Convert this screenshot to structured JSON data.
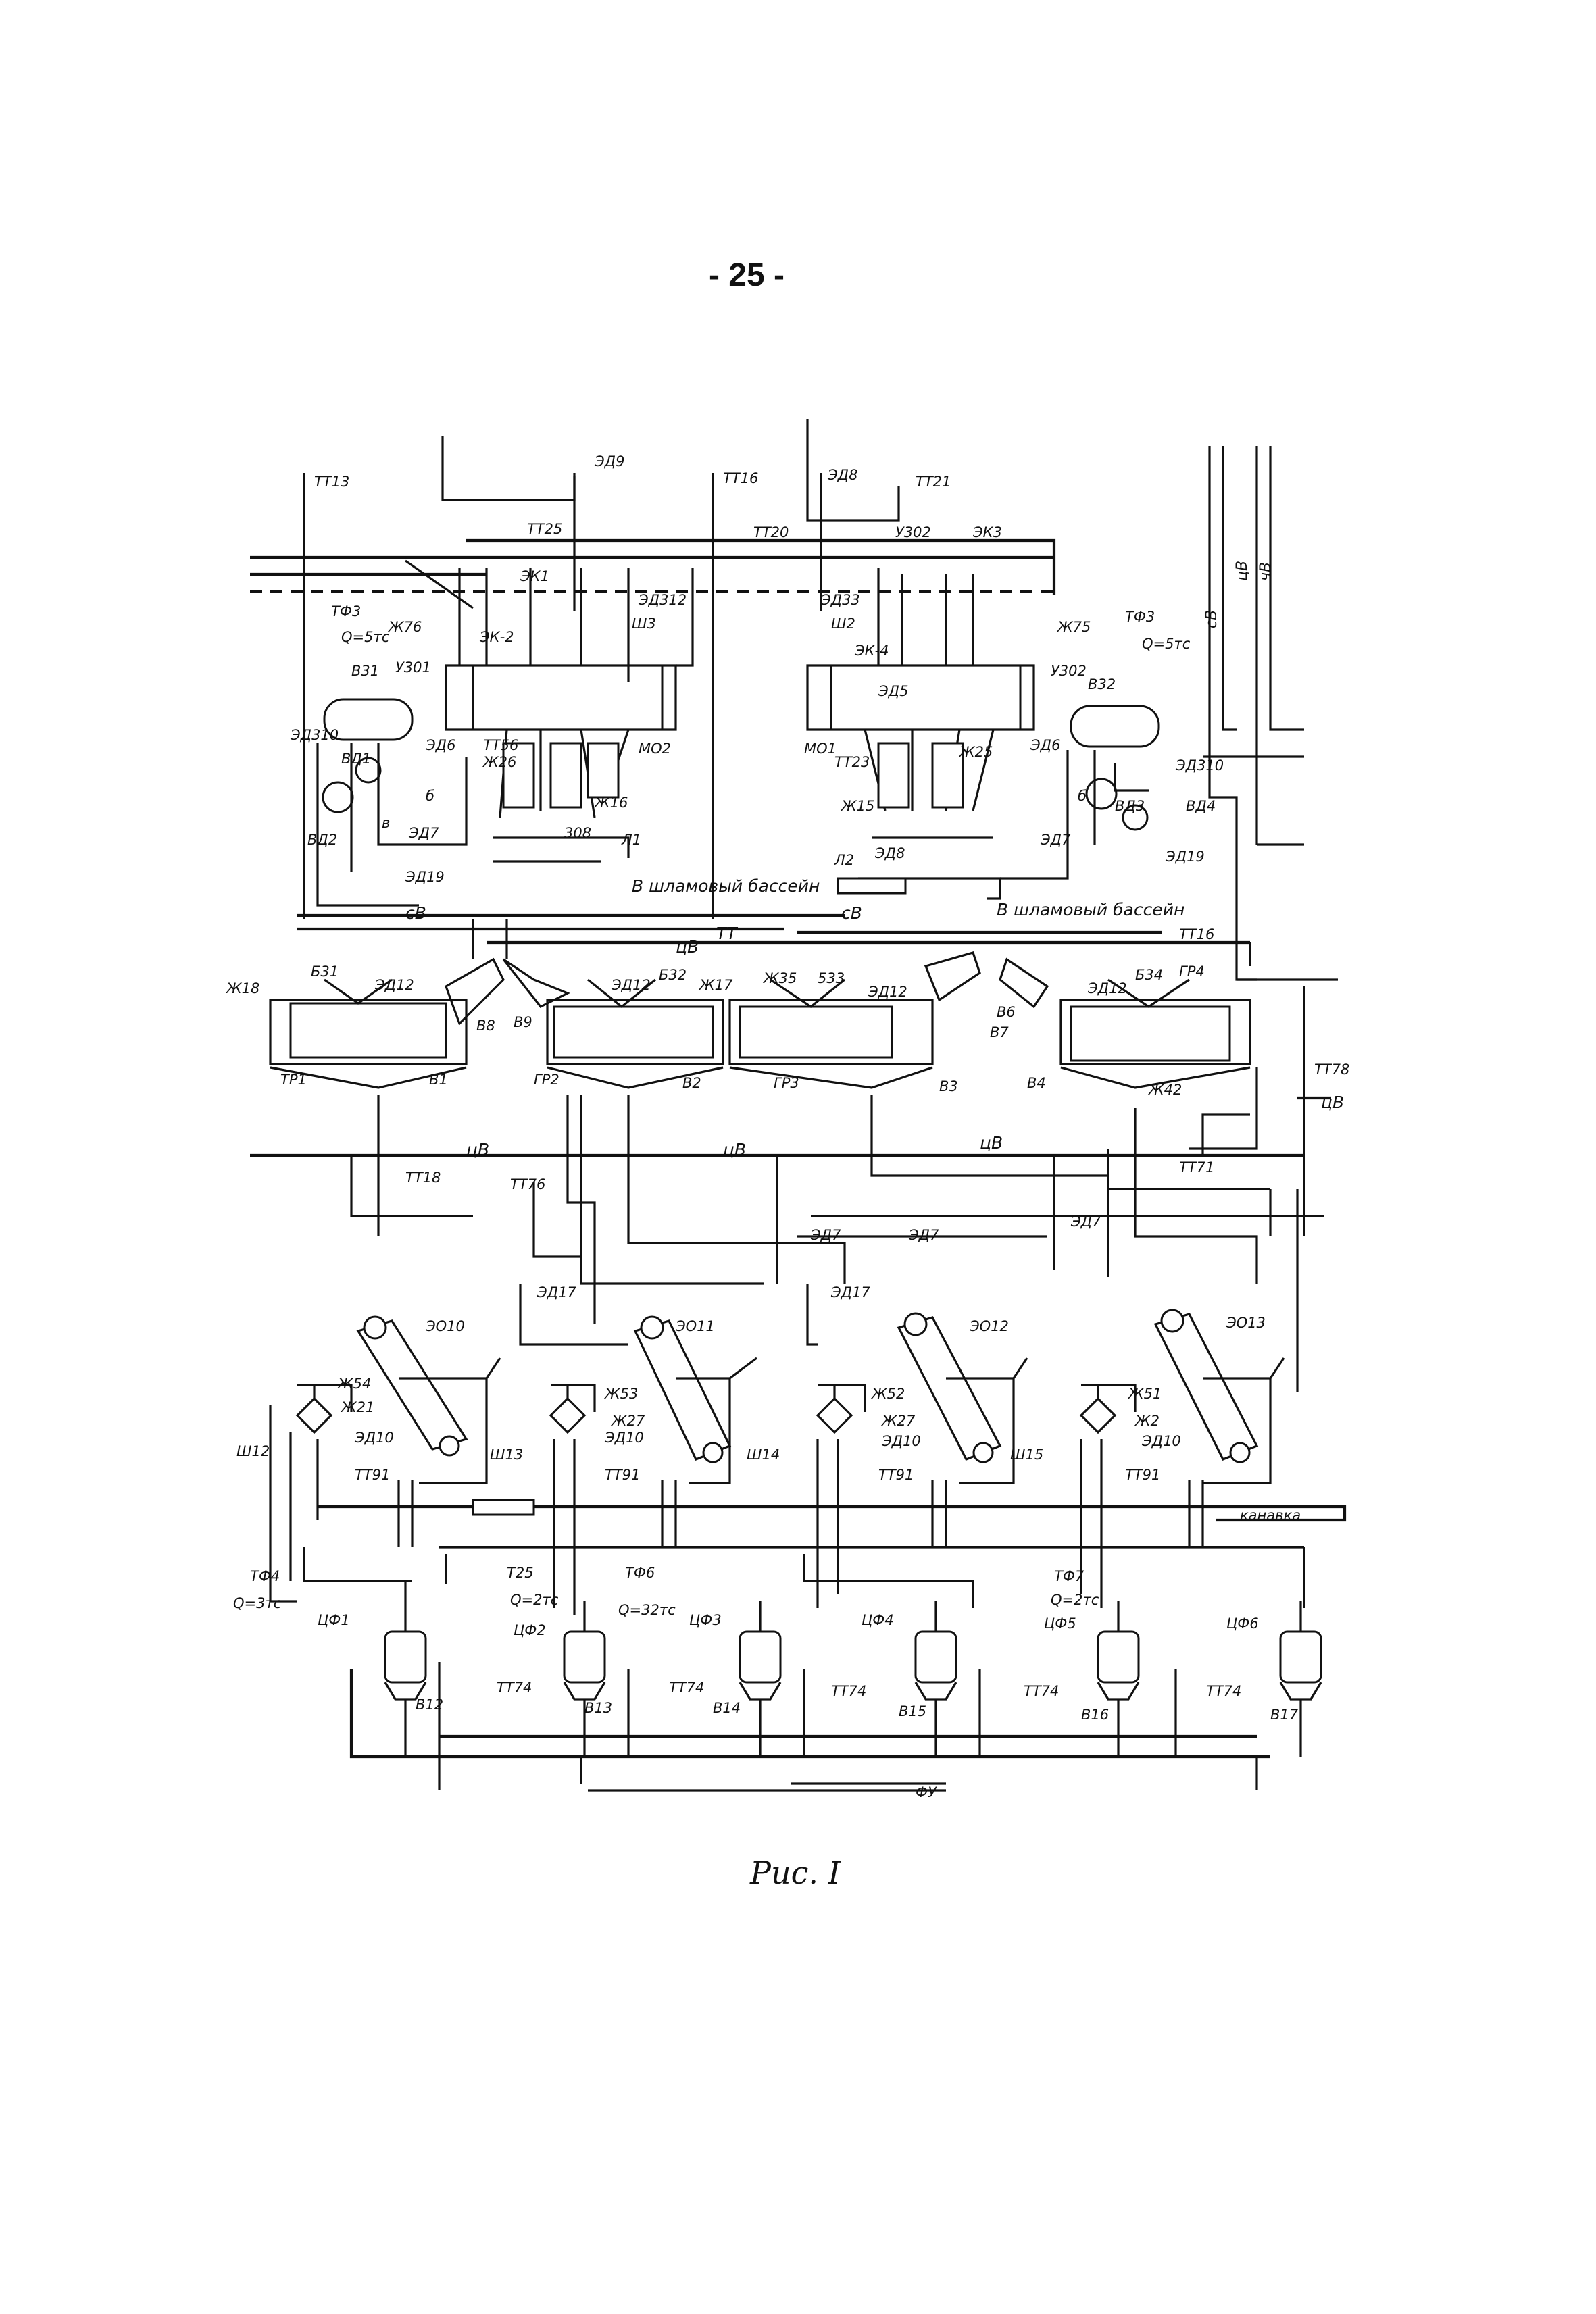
{
  "page": {
    "number": "- 25 -",
    "caption": "Рис. I"
  },
  "labels": {
    "tt13": "ТТ13",
    "ed9": "ЭД9",
    "tt16_top": "ТТ16",
    "ed8_top": "ЭД8",
    "tt21": "ТТ21",
    "tt25_top": "ТТ25",
    "tt20": "ТТ20",
    "u302_top": "У302",
    "ek3": "ЭК3",
    "ek1": "ЭК1",
    "ed312": "ЭД312",
    "tf3_left": "ТФ3",
    "q5_left": "Q=5тс",
    "zh76": "Ж76",
    "ek2": "ЭК-2",
    "sh3": "Ш3",
    "ed33": "ЭД33",
    "sh2": "Ш2",
    "ek4": "ЭК-4",
    "zh75": "Ж75",
    "tf3_right": "ТФ3",
    "q5_right": "Q=5тс",
    "sv_right": "сВ",
    "chv_right": "цВ",
    "chv_right2": "чВ",
    "v31": "В31",
    "u301": "У301",
    "mo2": "МО2",
    "ed5": "ЭД5",
    "u302_mid": "У302",
    "v32": "В32",
    "ed310_left": "ЭД310",
    "ed6": "ЭД6",
    "ed310_right": "ЭД310",
    "vd1": "ВД1",
    "ed26": "ЭД6",
    "tt56": "ТТ56",
    "zh26": "Ж26",
    "mo1": "МО1",
    "tt23": "ТТ23",
    "zh25": "Ж25",
    "zh16": "Ж16",
    "zh15": "Ж15",
    "vd3": "ВД3",
    "vd4": "ВД4",
    "b_left": "б",
    "v_left": "в",
    "b_right": "б",
    "vd2": "ВД2",
    "ed7_left": "ЭД7",
    "ed308": "308",
    "l1": "Л1",
    "ed7_right": "ЭД7",
    "ed19_right": "ЭД19",
    "l2": "Л2",
    "ed8_mid": "ЭД8",
    "ed19_left": "ЭД19",
    "sv_left": "сВ",
    "basin_left": "В шламовый бассейн",
    "basin_right": "В шламовый бассейн",
    "sv_mid": "сВ",
    "tt_mid": "ТТ",
    "tt16_mid": "ТТ16",
    "chv_top": "цВ",
    "b31": "Б31",
    "ed12_1": "ЭД12",
    "b32": "Б32",
    "ed12_2": "ЭД12",
    "zh35": "Ж35",
    "b33": "533",
    "ed12_3": "ЭД12",
    "b34": "Б34",
    "ed12_4": "ЭД12",
    "gr4": "ГР4",
    "zh18": "Ж18",
    "v8": "В8",
    "v9": "В9",
    "zh17": "Ж17",
    "v6": "В6",
    "v7": "В7",
    "tr1": "ТР1",
    "v1": "В1",
    "gr2": "ГР2",
    "v2": "В2",
    "gr3": "ГР3",
    "v3": "В3",
    "v4": "В4",
    "zh42": "Ж42",
    "tt78": "ТТ78",
    "chv_r1": "цВ",
    "chv_row1": "цВ",
    "chv_row2": "цВ",
    "chv_row3": "цВ",
    "tt71": "ТТ71",
    "tt18": "ТТ18",
    "tt76": "ТТ76",
    "ed7_a": "ЭД7",
    "ed7_b": "ЭД7",
    "ed7_c": "ЭД7",
    "ed17_a": "ЭД17",
    "ed17_b": "ЭД17",
    "e010": "ЭО10",
    "e011": "ЭО11",
    "e012": "ЭО12",
    "e013": "ЭО13",
    "zh54": "Ж54",
    "zh21": "Ж21",
    "zh53": "Ж53",
    "zh27a": "Ж27",
    "zh52": "Ж52",
    "zh27b": "Ж27",
    "zh51": "Ж51",
    "zh2": "Ж2",
    "ed10_a": "ЭД10",
    "ed10_b": "ЭД10",
    "ed10_c": "ЭД10",
    "ed10_d": "ЭД10",
    "tt91_a": "ТТ91",
    "tt91_b": "ТТ91",
    "tt91_c": "ТТ91",
    "tt91_d": "ТТ91",
    "sh12": "Ш12",
    "sh13": "Ш13",
    "sh14": "Ш14",
    "sh15": "Ш15",
    "kanavka": "канавка",
    "tf4": "ТФ4",
    "q3": "Q=3тс",
    "tt25_low": "Т25",
    "q2_left": "Q=2тс",
    "tf6": "ТФ6",
    "q32": "Q=32тс",
    "tf7": "ТФ7",
    "q2_right": "Q=2тс",
    "cf1": "ЦФ1",
    "cf2": "ЦФ2",
    "cf3": "ЦФ3",
    "cf4": "ЦФ4",
    "cf5": "ЦФ5",
    "cf6": "ЦФ6",
    "v12": "В12",
    "v13": "В13",
    "v14": "В14",
    "v15": "В15",
    "v16": "В16",
    "v17": "В17",
    "tt74_1": "ТТ74",
    "tt74_2": "ТТ74",
    "tt74_3": "ТТ74",
    "tt74_4": "ТТ74",
    "tt74_5": "ТТ74",
    "fu": "ФУ"
  }
}
